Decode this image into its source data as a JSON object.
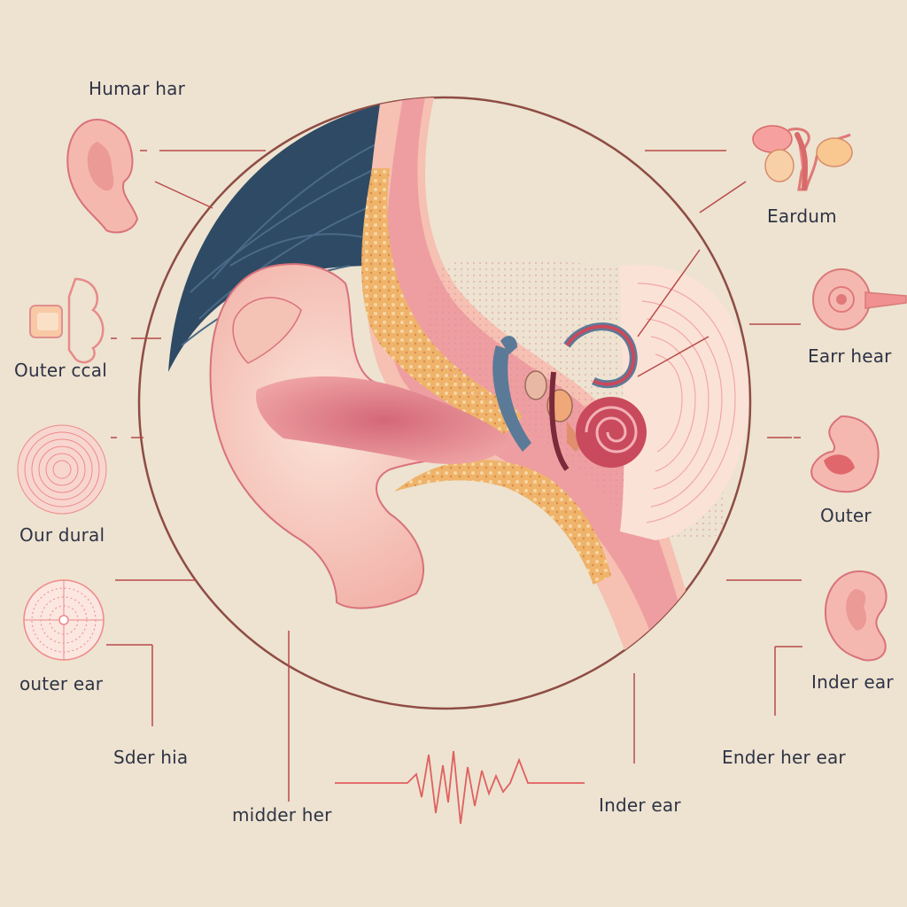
{
  "diagram": {
    "title": "Humar har",
    "labels_left": [
      "Outer ccal",
      "Our dural",
      "outer ear",
      "Sder hia"
    ],
    "labels_right": [
      "Eardum",
      "Earr hear",
      "Outer",
      "Inder ear",
      "Ender her ear"
    ],
    "labels_bottom": [
      "midder her",
      "Inder ear"
    ]
  },
  "icons": {
    "left": [
      "outer-ear-icon",
      "ear-canal-icon",
      "sound-ring-icon",
      "dotted-disc-icon"
    ],
    "right": [
      "uterus-like-icon",
      "eardrum-cone-icon",
      "ear-lobe-icon",
      "ear-icon"
    ],
    "bottom": [
      "sound-wave-icon"
    ]
  },
  "colors": {
    "background": "#ede3d0",
    "leader_line": "#b84a4a",
    "circle_outline": "#8e4c44",
    "text": "#2f3346",
    "skin": "#f3b6a8",
    "skin_dark": "#d9727a",
    "hair": "#2f4a64",
    "bone": "#e6a85a",
    "cochlea": "#c94a5c",
    "nerve": "#5a7a98"
  }
}
